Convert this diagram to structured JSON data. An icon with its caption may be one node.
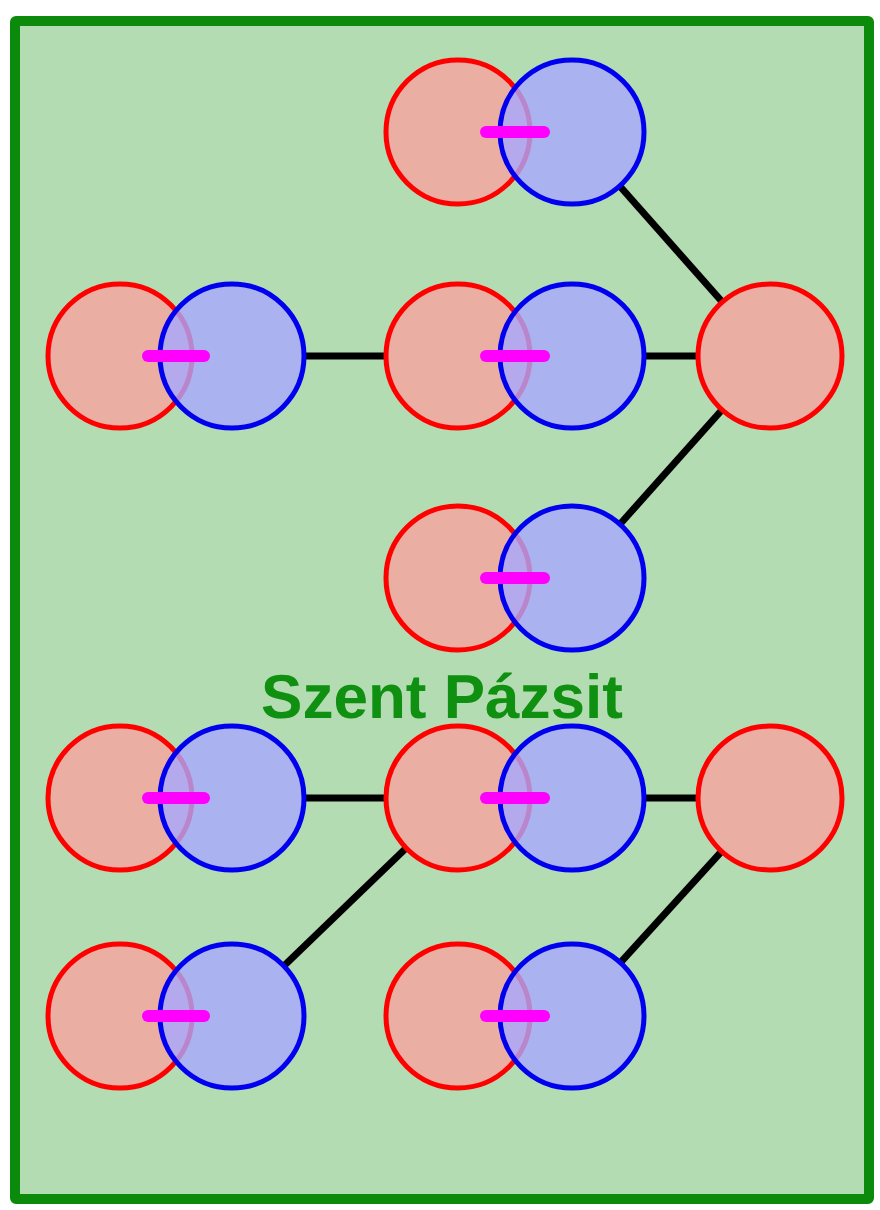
{
  "diagram": {
    "nodes": [
      {
        "text": [
          "Szent Pázsit"
        ]
      },
      {
        "text": [],
        "shape": "circle",
        "in": 0
      },
      {
        "text": [],
        "shape": "circle",
        "in": 0
      },
      {
        "text": [],
        "shape": "circle",
        "in": 0
      },
      {
        "text": [],
        "shape": "circle",
        "in": 0
      },
      {
        "text": [],
        "shape": "circle",
        "in": 0
      },
      {
        "text": [],
        "shape": "circle",
        "in": 0
      },
      {
        "text": [],
        "shape": "circle",
        "in": 0
      },
      {
        "text": [],
        "shape": "circle",
        "in": 0
      },
      {
        "text": [],
        "shape": "circle",
        "in": 0
      },
      {
        "text": [],
        "shape": "circle",
        "in": 0
      },
      {
        "text": [],
        "shape": "circle",
        "in": 0
      },
      {
        "text": [],
        "shape": "circle",
        "in": 0
      },
      {
        "text": [],
        "shape": "circle",
        "in": 0
      },
      {
        "text": [],
        "shape": "circle",
        "in": 0
      },
      {
        "text": [],
        "shape": "circle",
        "in": 0
      },
      {
        "text": [],
        "shape": "circle",
        "in": 0
      },
      {
        "text": [],
        "shape": "circle",
        "in": 0
      },
      {
        "text": [],
        "shape": "circle",
        "in": 0
      }
    ],
    "edges": [
      {
        "from": 1,
        "to": 2,
        "arrow": "none",
        "color": "#ff00ff"
      },
      {
        "from": 3,
        "to": 4,
        "arrow": "none",
        "color": "#ff00ff"
      },
      {
        "from": 5,
        "to": 6,
        "arrow": "none",
        "color": "#ff00ff"
      },
      {
        "from": 8,
        "to": 9,
        "arrow": "none",
        "color": "#ff00ff"
      },
      {
        "from": 10,
        "to": 11,
        "arrow": "none",
        "color": "#ff00ff"
      },
      {
        "from": 12,
        "to": 13,
        "arrow": "none",
        "color": "#ff00ff"
      },
      {
        "from": 15,
        "to": 16,
        "arrow": "none",
        "color": "#ff00ff"
      },
      {
        "from": 17,
        "to": 18,
        "arrow": "none",
        "color": "#ff00ff"
      },
      {
        "from": 2,
        "to": 7,
        "arrow": "none",
        "color": "#000000"
      },
      {
        "from": 4,
        "to": 5,
        "arrow": "none",
        "color": "#000000"
      },
      {
        "from": 6,
        "to": 7,
        "arrow": "none",
        "color": "#000000"
      },
      {
        "from": 9,
        "to": 7,
        "arrow": "none",
        "color": "#000000"
      },
      {
        "from": 11,
        "to": 12,
        "arrow": "none",
        "color": "#000000"
      },
      {
        "from": 13,
        "to": 14,
        "arrow": "none",
        "color": "#000000"
      },
      {
        "from": 16,
        "to": 12,
        "arrow": "none",
        "color": "#000000"
      },
      {
        "from": 18,
        "to": 14,
        "arrow": "none",
        "color": "#000000"
      }
    ]
  }
}
